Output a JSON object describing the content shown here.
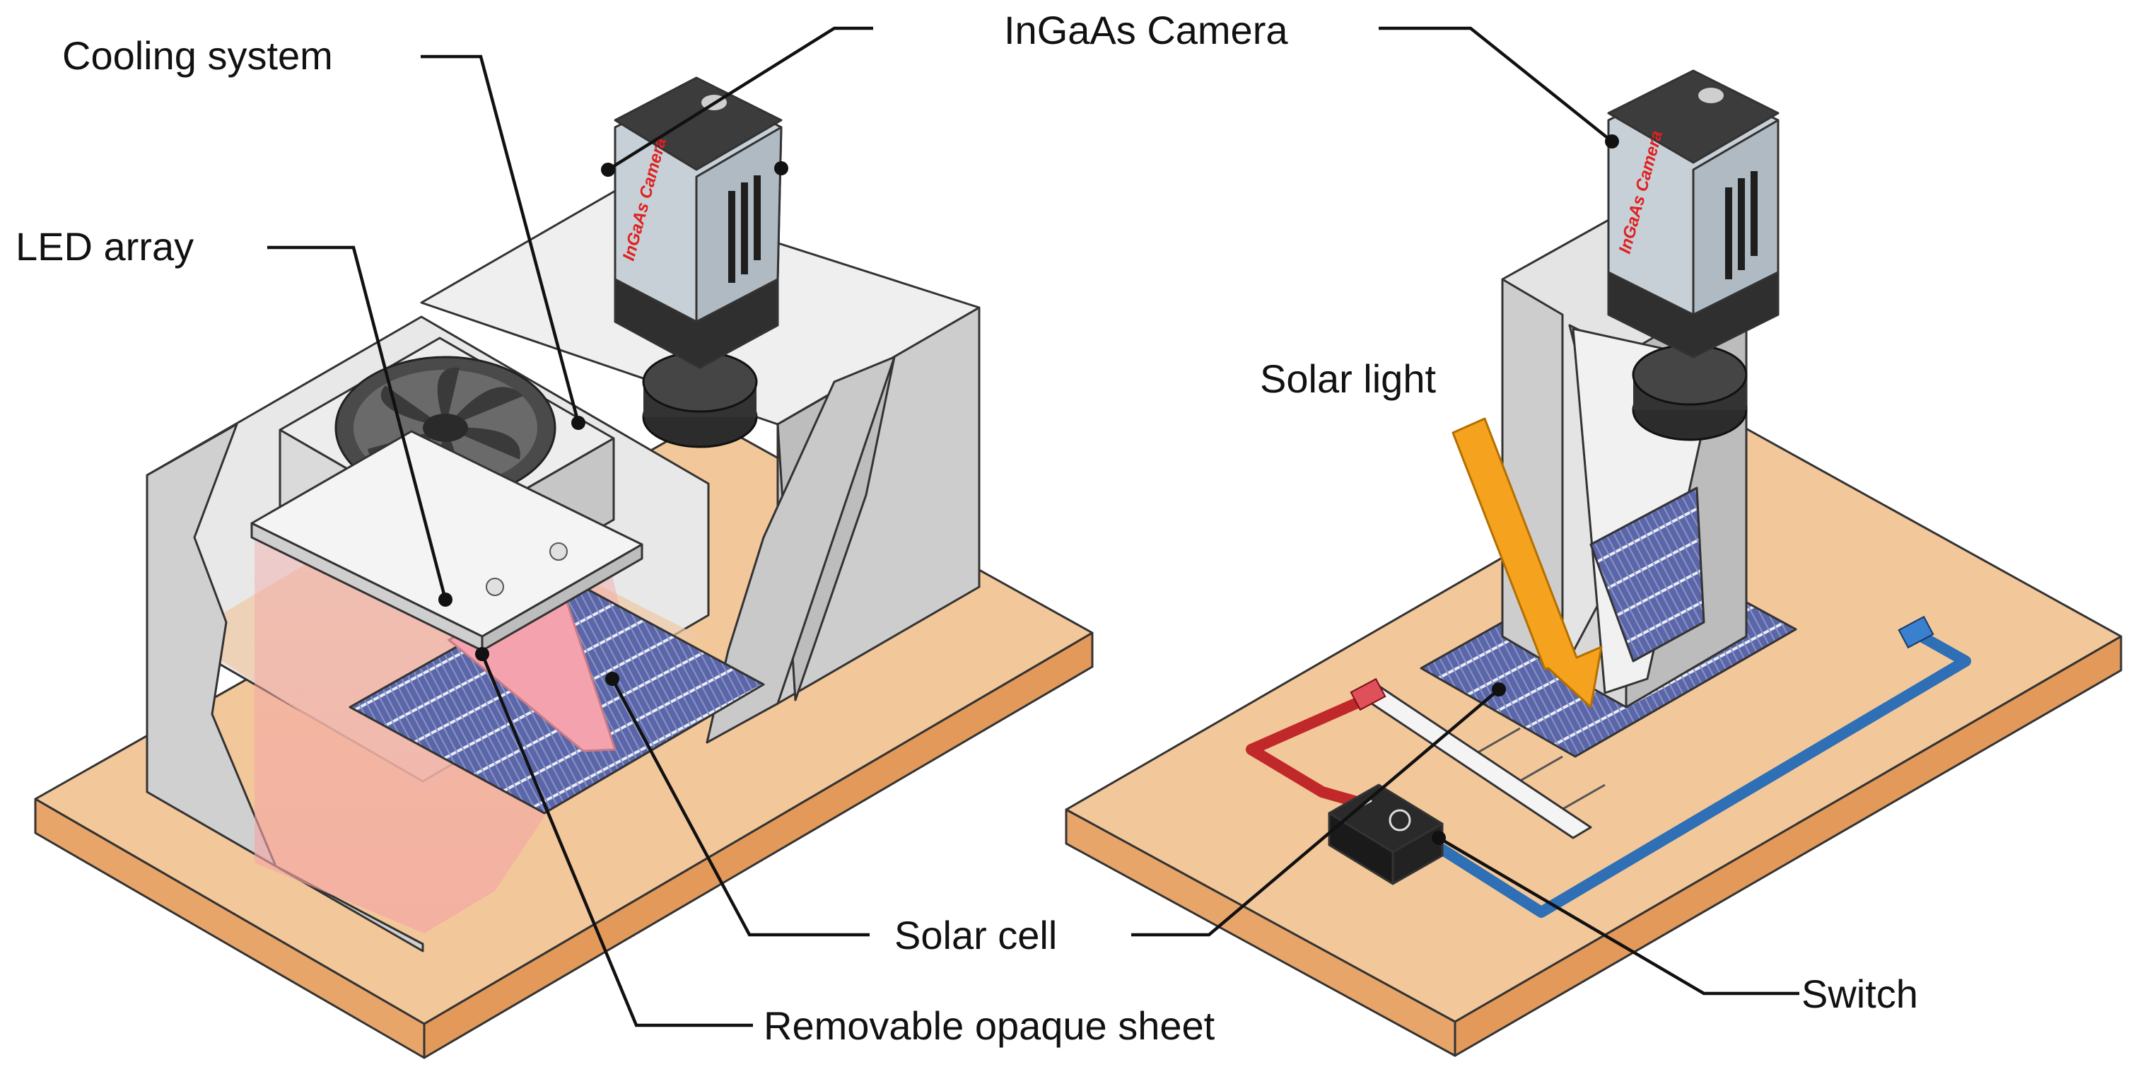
{
  "labels": {
    "cooling_system": "Cooling system",
    "ingaas_camera": "InGaAs Camera",
    "led_array": "LED array",
    "solar_light": "Solar light",
    "solar_cell": "Solar cell",
    "switch": "Switch",
    "removable_sheet": "Removable opaque sheet"
  },
  "camera_brand_text": "InGaAs Camera",
  "colors": {
    "base_board": "#F2C79A",
    "base_board_side": "#E8A56A",
    "enclosure": "#CDCDCD",
    "enclosure_light": "#E4E4E4",
    "enclosure_dark": "#B8B8B8",
    "camera_body": "#C7D0D6",
    "camera_dark": "#3C3C3C",
    "solar_cell": "#5A66A8",
    "led_glow": "#F4A6A6",
    "arrow": "#F5A21E",
    "wire_red": "#C0282A",
    "wire_blue": "#2E6FB5",
    "camera_brand": "#E02020"
  }
}
